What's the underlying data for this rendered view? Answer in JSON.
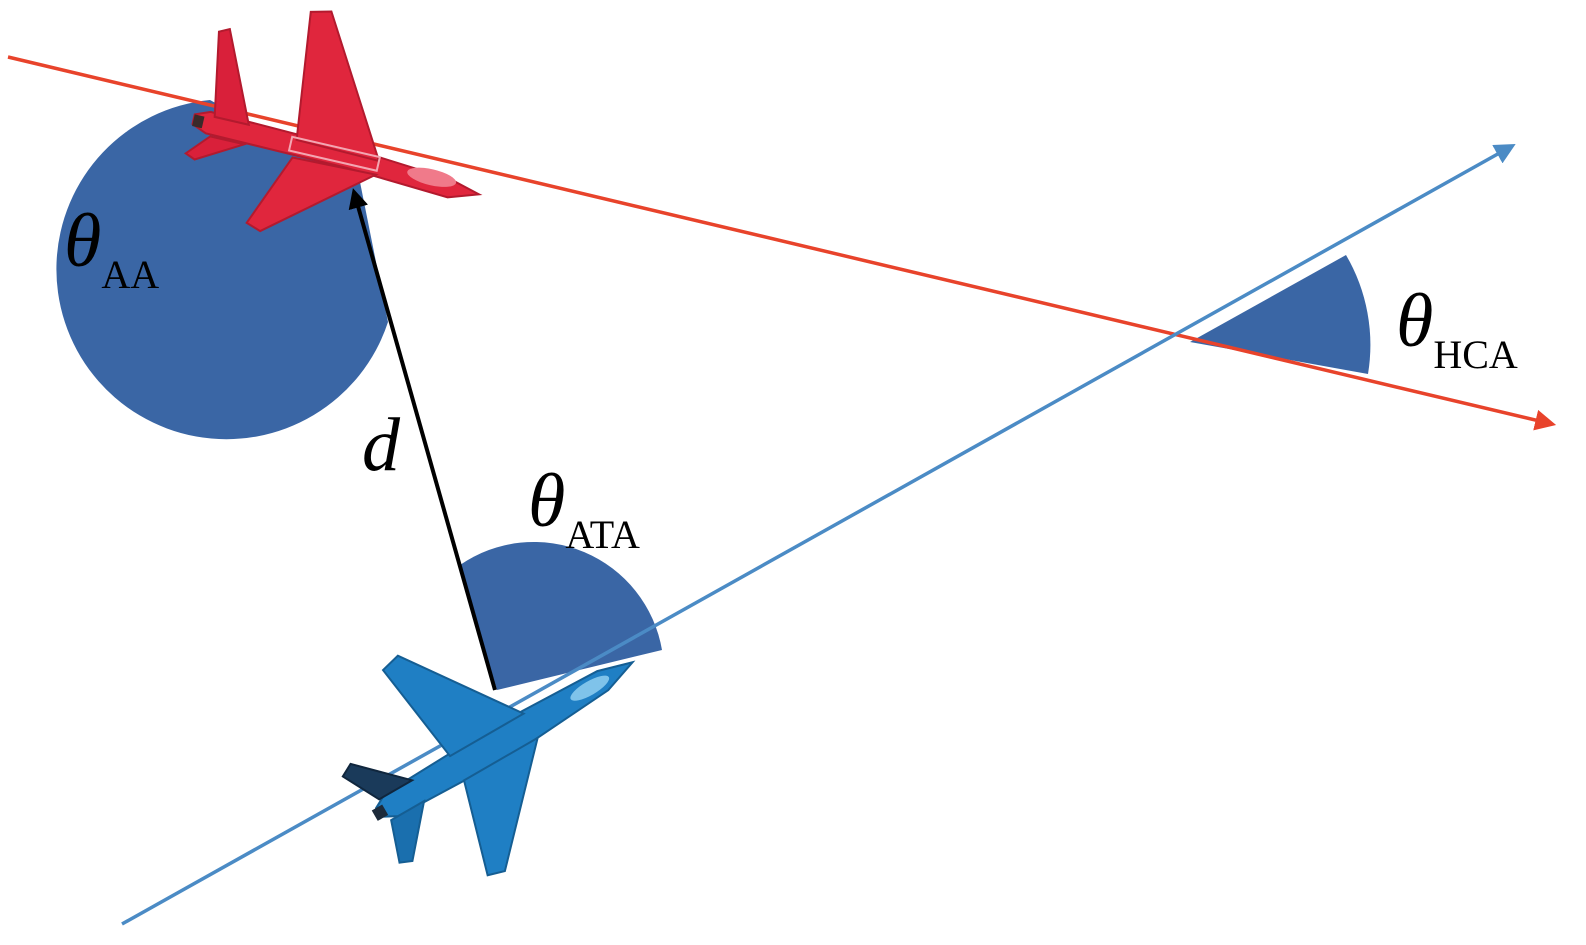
{
  "labels": {
    "aa": {
      "symbol": "θ",
      "subscript": "AA"
    },
    "hca": {
      "symbol": "θ",
      "subscript": "HCA"
    },
    "ata": {
      "symbol": "θ",
      "subscript": "ATA"
    },
    "distance": "d"
  },
  "colors": {
    "target_heading": "#e8432b",
    "own_heading": "#4b8bc5",
    "angle_wedge": "#3a66a5",
    "distance_vector": "#000000",
    "target_aircraft": "#e0263d",
    "own_aircraft": "#1f7fc4"
  },
  "icons": {
    "target_aircraft": "red-fighter-jet-icon",
    "own_aircraft": "blue-fighter-jet-icon"
  }
}
